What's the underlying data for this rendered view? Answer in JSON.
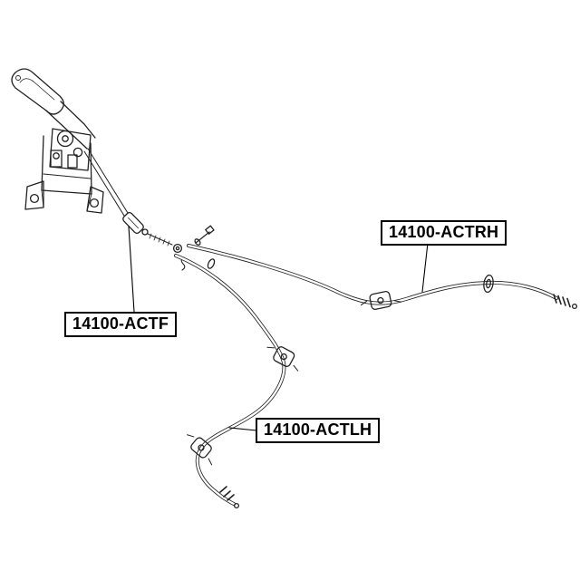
{
  "colors": {
    "background": "#ffffff",
    "line": "#222222",
    "label_border": "#000000",
    "label_text": "#000000"
  },
  "diagram": {
    "type": "exploded-parts-line-drawing",
    "subject": "parking-brake-cable-assembly"
  },
  "labels": {
    "front_cable": "14100-ACTF",
    "right_cable": "14100-ACTRH",
    "left_cable": "14100-ACTLH"
  }
}
